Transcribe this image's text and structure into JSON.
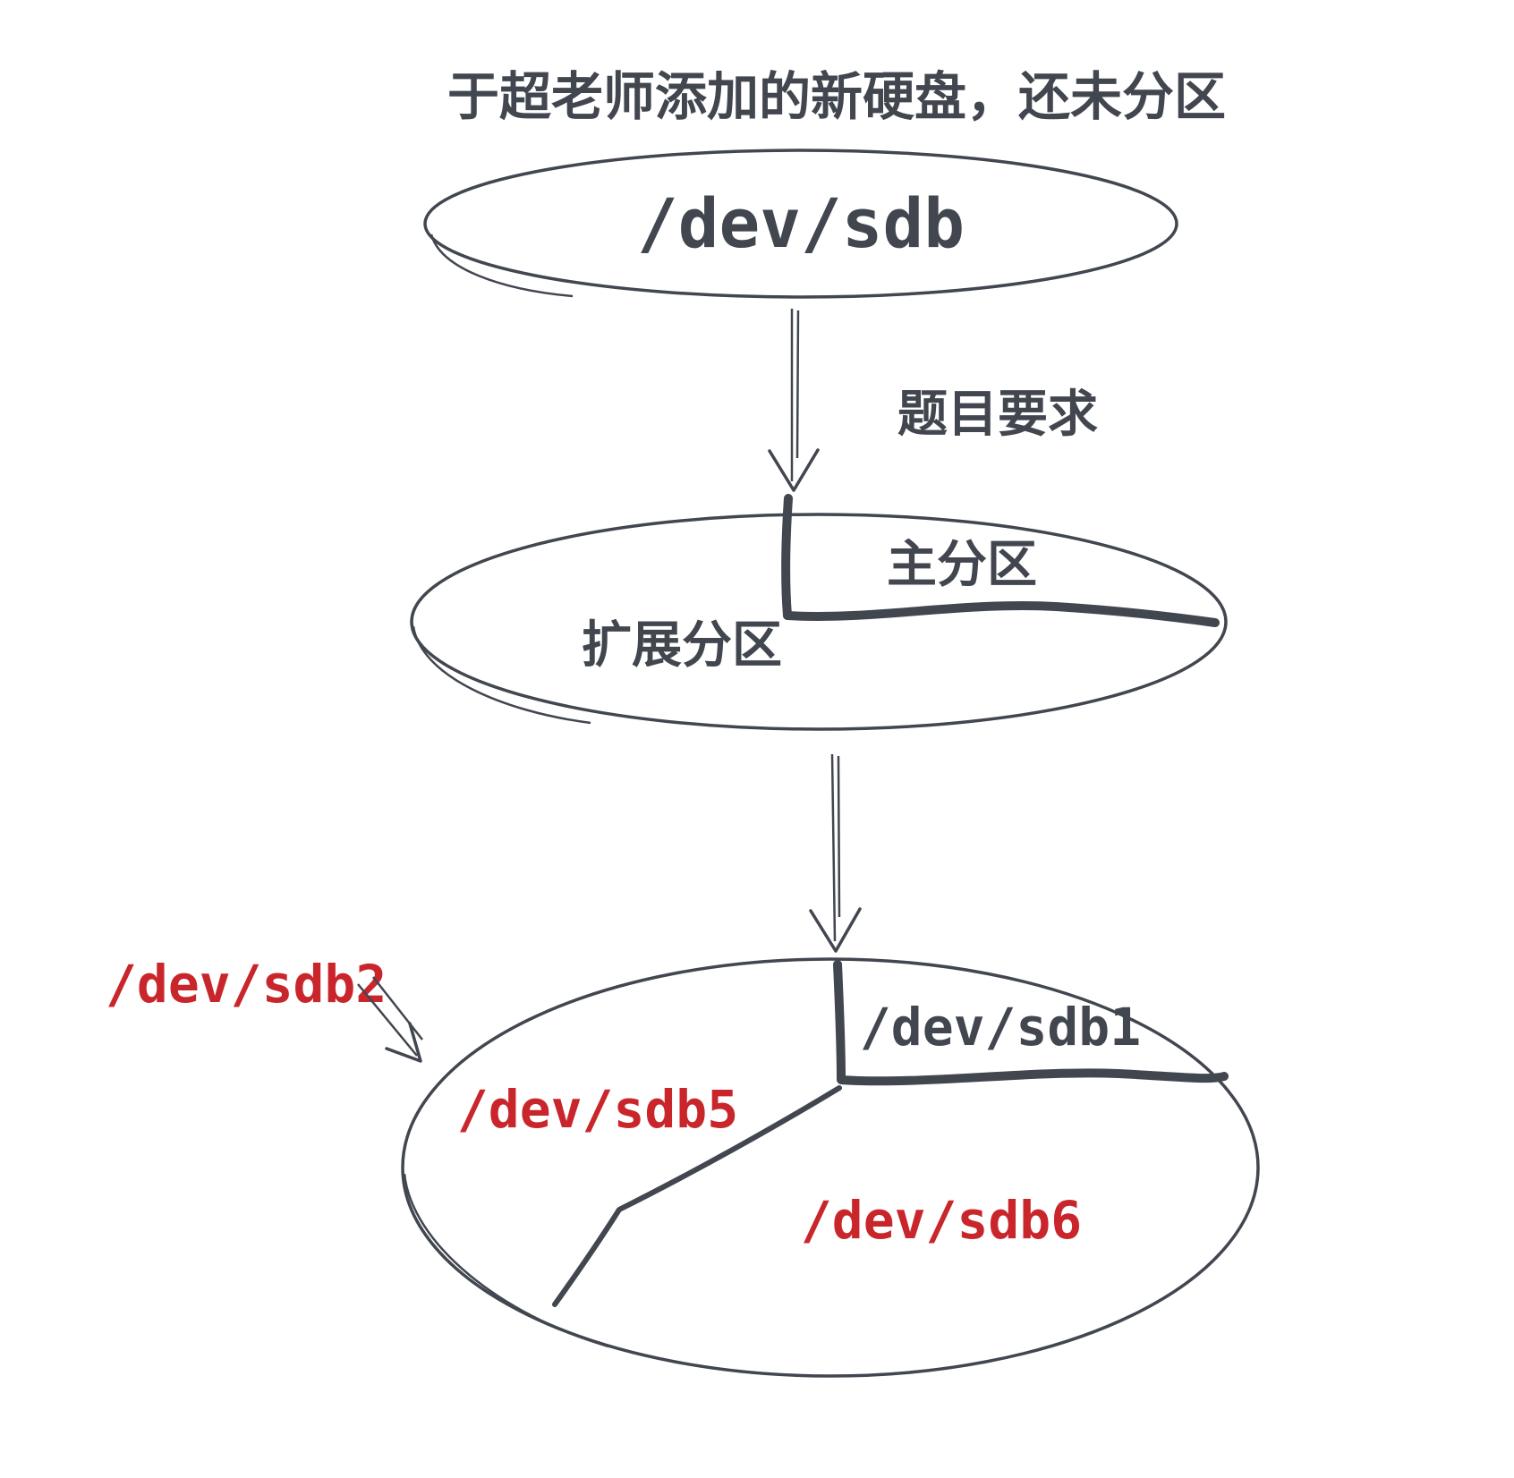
{
  "colors": {
    "ink": "#41464f",
    "red": "#c9262c"
  },
  "title": "于超老师添加的新硬盘，还未分区",
  "stage1": {
    "disk_label": "/dev/sdb"
  },
  "arrow1": {
    "label": "题目要求"
  },
  "stage2": {
    "primary_label": "主分区",
    "extended_label": "扩展分区"
  },
  "stage3": {
    "sdb1_label": "/dev/sdb1",
    "sdb2_label": "/dev/sdb2",
    "sdb5_label": "/dev/sdb5",
    "sdb6_label": "/dev/sdb6"
  }
}
